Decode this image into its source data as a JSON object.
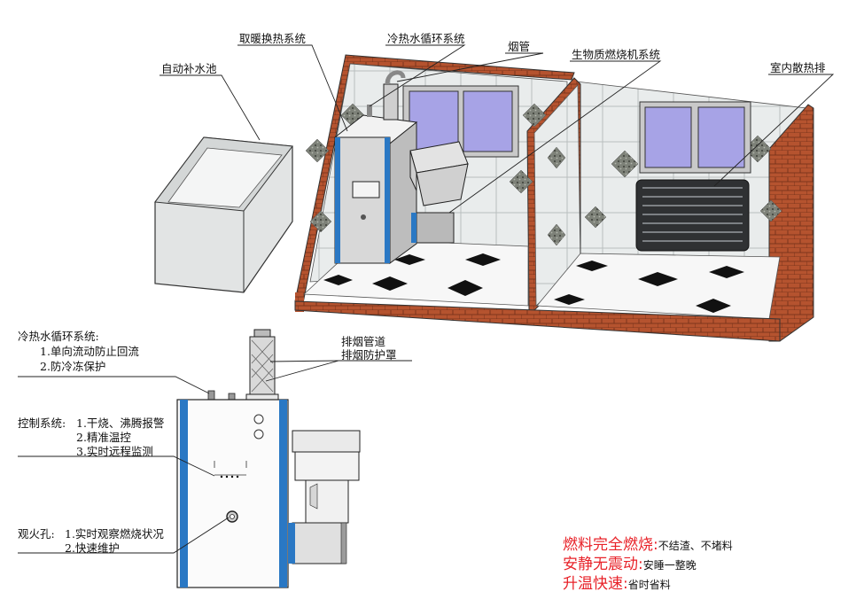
{
  "colors": {
    "brick": "#b5532f",
    "blue_trim": "#2a78c4",
    "window_glass": "#a7a3e6",
    "red_text": "#e8232a",
    "wall_tile": "#e9ecec",
    "floor_tile": "#f7f7f7"
  },
  "callouts": {
    "heating_exchange": "取暖换热系统",
    "water_cycle": "冷热水循环系统",
    "flue": "烟管",
    "biomass_burner": "生物质燃烧机系统",
    "auto_tank": "自动补水池",
    "radiator": "室内散热排"
  },
  "lower_diagram": {
    "water_cycle_title": "冷热水循环系统:",
    "water_cycle_1": "1.单向流动防止回流",
    "water_cycle_2": "2.防冷冻保护",
    "control_title": "控制系统:",
    "control_1": "1.干烧、沸腾报警",
    "control_2": "2.精准温控",
    "control_3": "3.实时远程监测",
    "peephole_title": "观火孔:",
    "peephole_1": "1.实时观察燃烧状况",
    "peephole_2": "2.快速维护",
    "exhaust_pipe": "排烟管道",
    "exhaust_cover": "排烟防护罩"
  },
  "features": [
    {
      "title": "燃料完全燃烧:",
      "detail": "不结渣、不堵料"
    },
    {
      "title": "安静无震动:",
      "detail": "安睡一整晚"
    },
    {
      "title": "升温快速:",
      "detail": "省时省料"
    }
  ]
}
